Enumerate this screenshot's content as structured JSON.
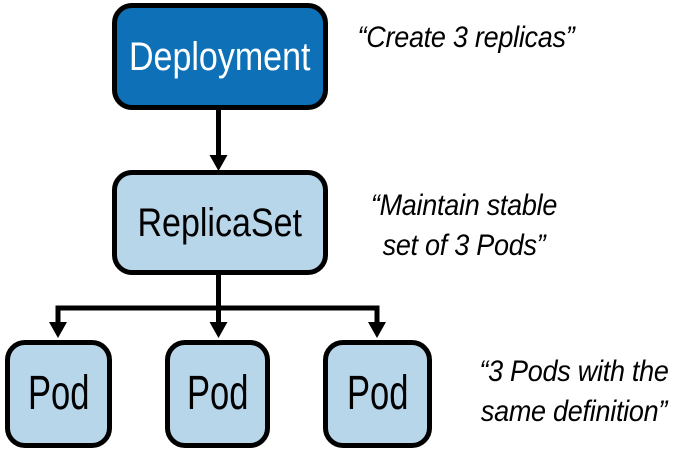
{
  "diagram": {
    "nodes": {
      "deployment": {
        "label": "Deployment"
      },
      "replicaset": {
        "label": "ReplicaSet"
      },
      "pod1": {
        "label": "Pod"
      },
      "pod2": {
        "label": "Pod"
      },
      "pod3": {
        "label": "Pod"
      }
    },
    "annotations": {
      "deployment_note": {
        "lines": [
          "“Create 3 replicas”"
        ]
      },
      "replicaset_note": {
        "lines": [
          "“Maintain stable",
          "set of 3 Pods”"
        ]
      },
      "pods_note": {
        "lines": [
          "“3 Pods with the",
          "same definition”"
        ]
      }
    },
    "colors": {
      "deployment_fill": "#0E71B8",
      "replicaset_fill": "#B7D6EA",
      "pod_fill": "#B7D6EA",
      "outline": "#000000",
      "deployment_label_color": "#FFFFFF",
      "label_color": "#000000",
      "background": "#FFFFFF"
    }
  }
}
